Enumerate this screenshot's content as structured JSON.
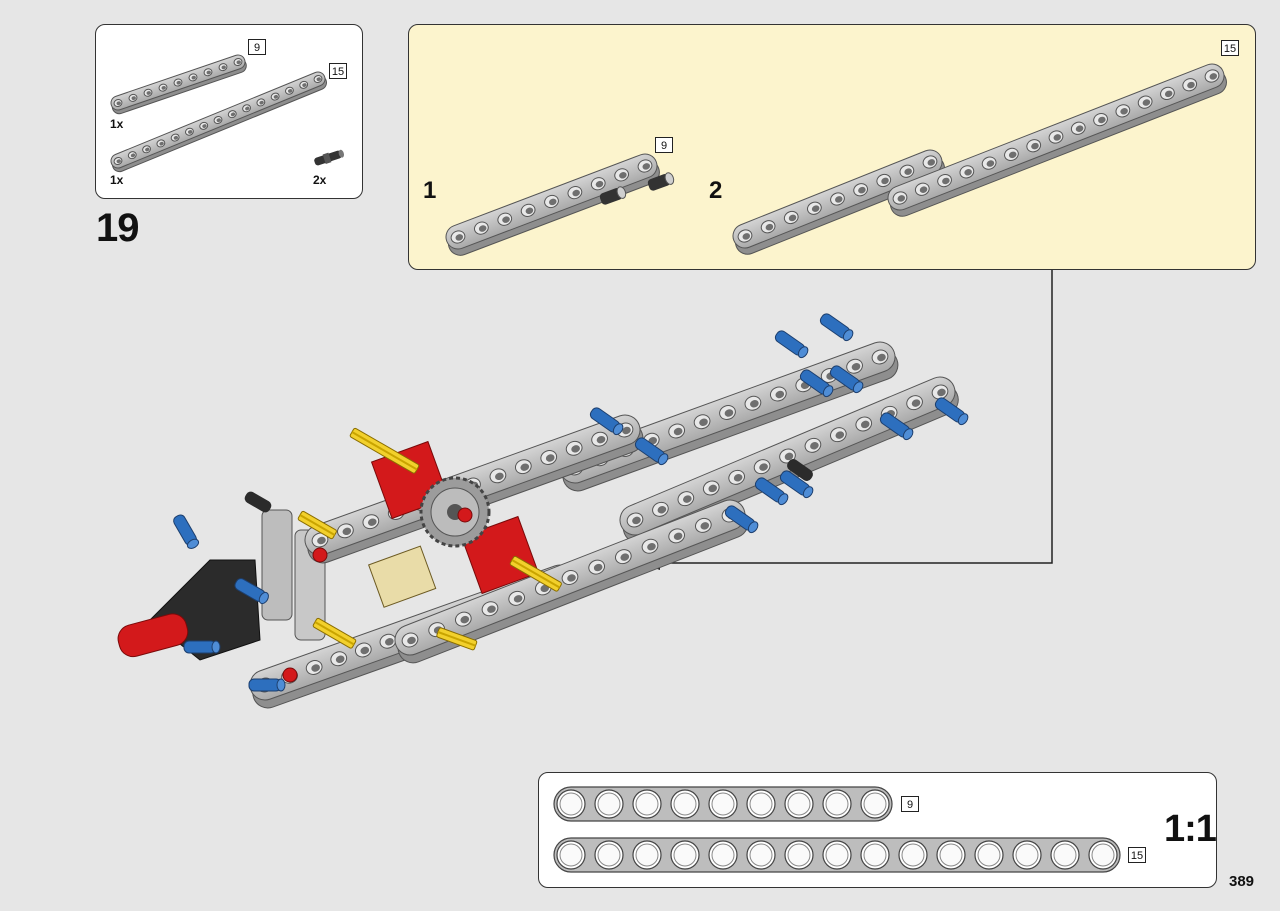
{
  "step": {
    "number": "19"
  },
  "parts_list": {
    "items": [
      {
        "quantity": "1x",
        "length": "9"
      },
      {
        "quantity": "1x",
        "length": "15"
      },
      {
        "quantity": "2x"
      }
    ]
  },
  "substeps": [
    {
      "number": "1",
      "length": "9"
    },
    {
      "number": "2",
      "length": "15"
    }
  ],
  "scale_reference": {
    "label": "1:1",
    "beams": [
      {
        "length": "9"
      },
      {
        "length": "15"
      }
    ]
  },
  "page_number": "389",
  "colors": {
    "background": "#e6e6e6",
    "callout_fill": "#fcf4cd",
    "beam_gray": "#bdbdbd",
    "pin_blue": "#2d6fbe",
    "axle_yellow": "#f2d02c",
    "connector_red": "#d3191b"
  }
}
